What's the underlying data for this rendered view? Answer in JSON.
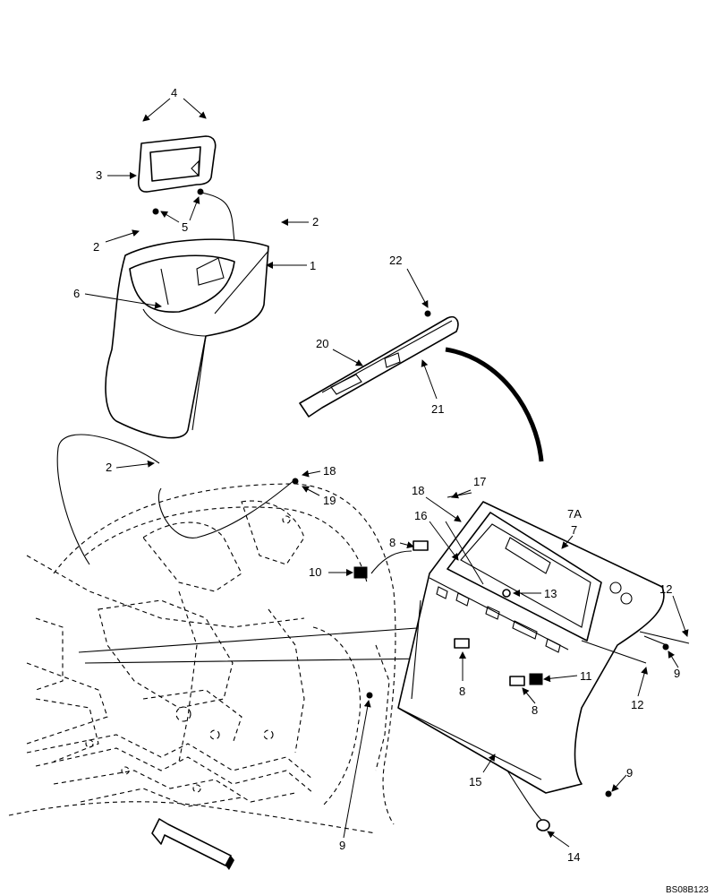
{
  "drawing": {
    "reference": "BS08B123",
    "callouts": [
      {
        "id": "c4",
        "text": "4"
      },
      {
        "id": "c3",
        "text": "3"
      },
      {
        "id": "c5",
        "text": "5"
      },
      {
        "id": "c2a",
        "text": "2"
      },
      {
        "id": "c2b",
        "text": "2"
      },
      {
        "id": "c1",
        "text": "1"
      },
      {
        "id": "c6",
        "text": "6"
      },
      {
        "id": "c2c",
        "text": "2"
      },
      {
        "id": "c22",
        "text": "22"
      },
      {
        "id": "c20",
        "text": "20"
      },
      {
        "id": "c21",
        "text": "21"
      },
      {
        "id": "c18a",
        "text": "18"
      },
      {
        "id": "c19",
        "text": "19"
      },
      {
        "id": "c17",
        "text": "17"
      },
      {
        "id": "c18b",
        "text": "18"
      },
      {
        "id": "c16",
        "text": "16"
      },
      {
        "id": "c7A",
        "text": "7A"
      },
      {
        "id": "c7",
        "text": "7"
      },
      {
        "id": "c8a",
        "text": "8"
      },
      {
        "id": "c10",
        "text": "10"
      },
      {
        "id": "c13",
        "text": "13"
      },
      {
        "id": "c12a",
        "text": "12"
      },
      {
        "id": "c9a",
        "text": "9"
      },
      {
        "id": "c8b",
        "text": "8"
      },
      {
        "id": "c11",
        "text": "11"
      },
      {
        "id": "c8c",
        "text": "8"
      },
      {
        "id": "c12b",
        "text": "12"
      },
      {
        "id": "c9b",
        "text": "9"
      },
      {
        "id": "c15",
        "text": "15"
      },
      {
        "id": "c9c",
        "text": "9"
      },
      {
        "id": "c14",
        "text": "14"
      }
    ]
  }
}
